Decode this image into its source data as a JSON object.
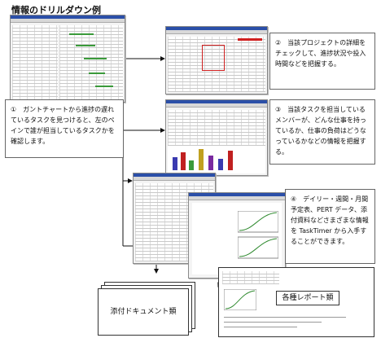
{
  "title": "情報のドリルダウン例",
  "notes": {
    "note1": "①　ガントチャートから進捗の遅れているタスクを見つけると、左のペインで誰が担当しているタスクかを確認します。",
    "note2": "②　当該プロジェクトの詳細をチェックして、進捗状況や投入時間などを把握する。",
    "note3": "③　当該タスクを担当しているメンバーが、どんな仕事を持っているか、仕事の負荷はどうなっているかなどの情報を把握する。",
    "note4": "④　デイリー・週間・月間予定表、PERT データ、添付資料などさまざまな情報を TaskTimer から入手することができます。"
  },
  "labels": {
    "attachments": "添付ドキュメント類",
    "reports": "各種レポート類"
  },
  "colors": {
    "accent_blue": "#2b4fa8",
    "gantt_green": "#3a9a3a",
    "highlight_red": "#d02020",
    "report_green": "#2f8a2f"
  }
}
